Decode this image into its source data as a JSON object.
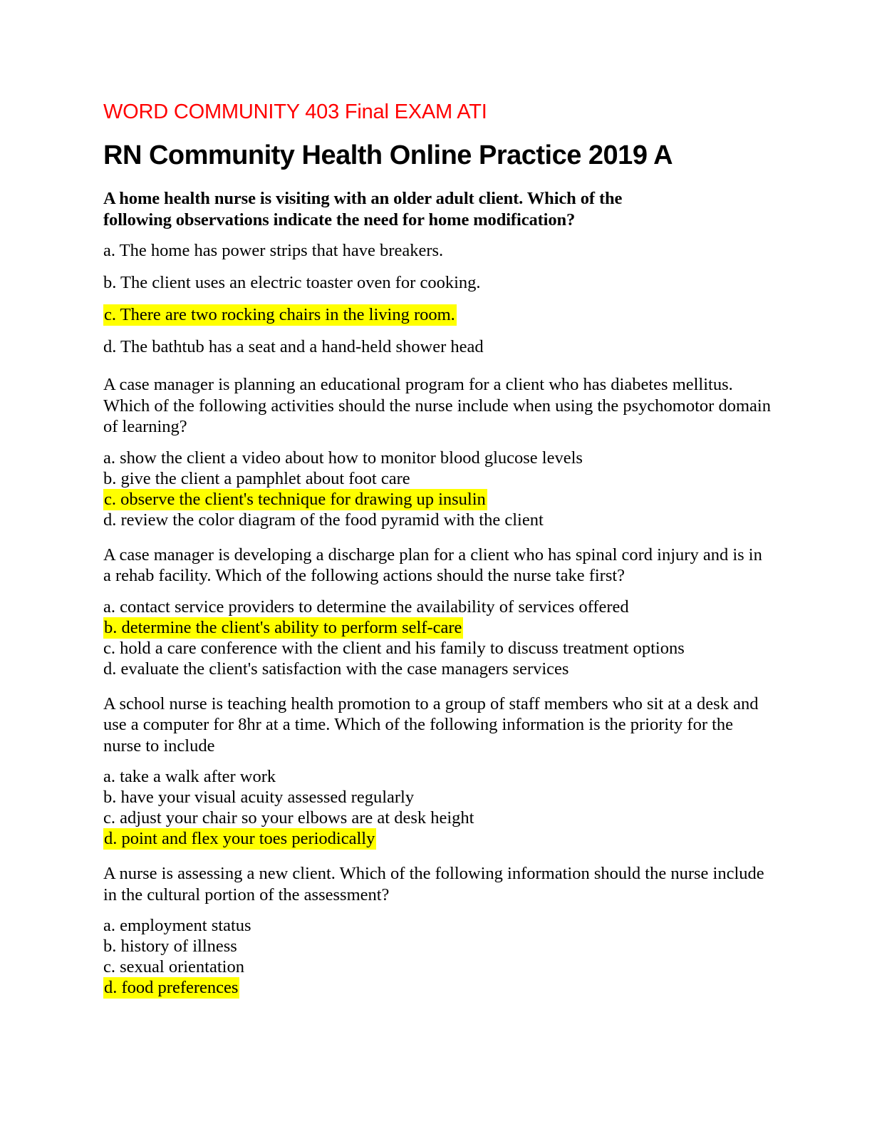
{
  "document": {
    "kicker": "WORD COMMUNITY 403 Final EXAM ATI",
    "title": "RN Community Health Online Practice 2019 A",
    "kicker_color": "#ff0000",
    "highlight_color": "#ffff00",
    "text_color": "#000000",
    "background_color": "#ffffff"
  },
  "questions": [
    {
      "stem": "A home health nurse is visiting with an older adult client. Which of the following observations indicate the need for home modification?",
      "stem_bold": true,
      "option_spacing": "spaced",
      "options": [
        {
          "label": "a. The home has power strips that have breakers.",
          "highlighted": false
        },
        {
          "label": "b. The client uses an electric toaster oven for cooking.",
          "highlighted": false
        },
        {
          "label": "c. There are two rocking chairs in the living room.",
          "highlighted": true
        },
        {
          "label": "d. The bathtub has a seat and a hand-held shower head",
          "highlighted": false
        }
      ]
    },
    {
      "stem": "A case manager is planning an educational program for a client who has diabetes mellitus. Which of the following activities should the nurse include when using the psychomotor domain of learning?",
      "stem_bold": false,
      "option_spacing": "tight",
      "options": [
        {
          "label": "a. show the client a video about how to monitor blood glucose levels",
          "highlighted": false
        },
        {
          "label": "b. give the client a pamphlet about foot care",
          "highlighted": false
        },
        {
          "label": "c. observe the client's technique for drawing up insulin",
          "highlighted": true
        },
        {
          "label": "d. review the color diagram of the food pyramid with the client",
          "highlighted": false
        }
      ]
    },
    {
      "stem": "A case manager is developing a discharge plan for a client who has spinal cord injury and is in a rehab facility. Which of the following actions should the nurse take first?",
      "stem_bold": false,
      "option_spacing": "tight",
      "options": [
        {
          "label": "a. contact service providers to determine the availability of services offered",
          "highlighted": false
        },
        {
          "label": "b. determine the client's ability to perform self-care",
          "highlighted": true
        },
        {
          "label": "c. hold a care conference with the client and his family to discuss treatment options",
          "highlighted": false
        },
        {
          "label": "d. evaluate the client's satisfaction with the case managers services",
          "highlighted": false
        }
      ]
    },
    {
      "stem": "A school nurse is teaching health promotion to a group of staff members who sit at a desk and use a computer for 8hr at a time. Which of the following information is the priority for the nurse to include",
      "stem_bold": false,
      "option_spacing": "tight",
      "options": [
        {
          "label": "a. take a walk after work",
          "highlighted": false
        },
        {
          "label": "b. have your visual acuity assessed regularly",
          "highlighted": false
        },
        {
          "label": "c. adjust your chair so your elbows are at desk height",
          "highlighted": false
        },
        {
          "label": "d. point and flex your toes periodically",
          "highlighted": true
        }
      ]
    },
    {
      "stem": "A nurse is assessing a new client. Which of the following information should the nurse include in the cultural portion of the assessment?",
      "stem_bold": false,
      "option_spacing": "tight",
      "options": [
        {
          "label": "a. employment status",
          "highlighted": false
        },
        {
          "label": "b. history of illness",
          "highlighted": false
        },
        {
          "label": "c. sexual orientation",
          "highlighted": false
        },
        {
          "label": "d. food preferences",
          "highlighted": true
        }
      ]
    }
  ]
}
